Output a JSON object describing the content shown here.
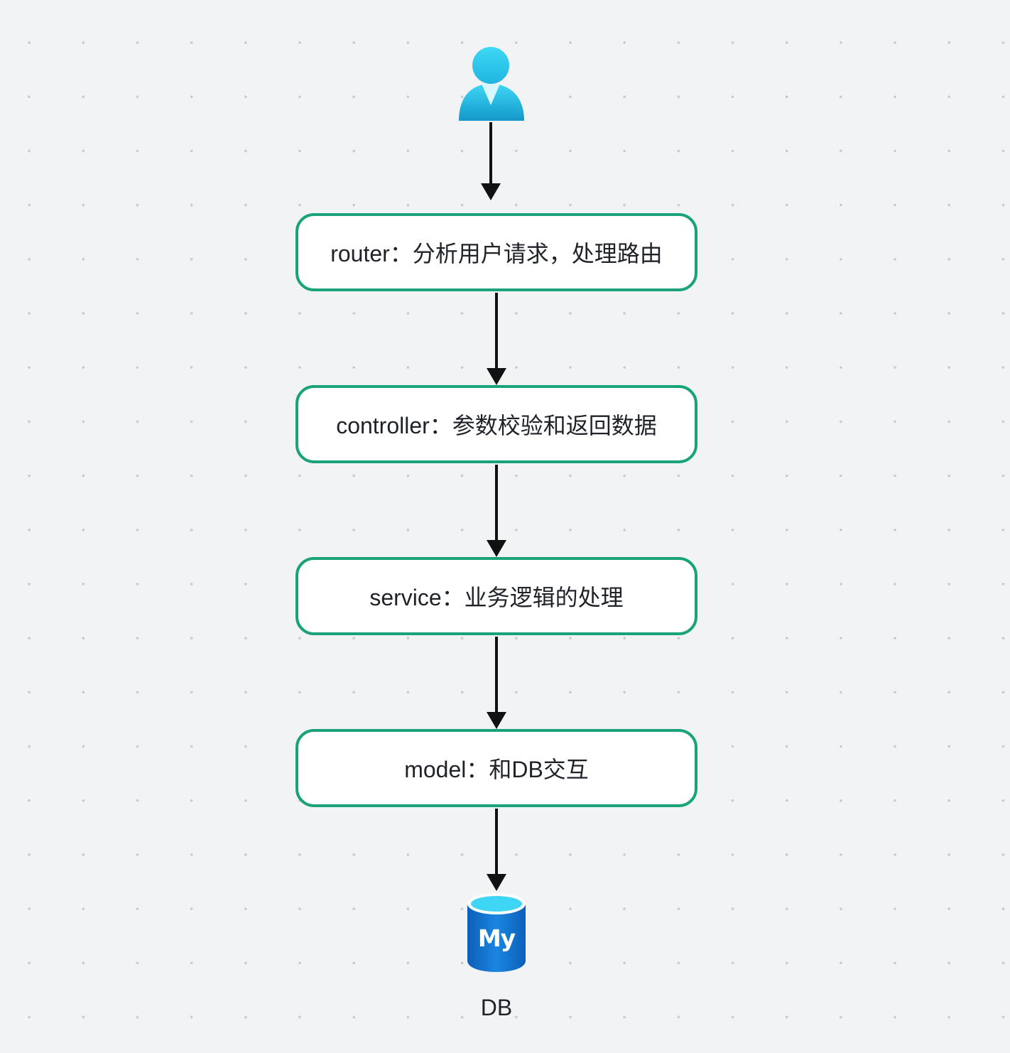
{
  "diagram": {
    "start": {
      "icon": "user-icon"
    },
    "nodes": [
      {
        "id": "router",
        "label": "router：分析用户请求，处理路由"
      },
      {
        "id": "controller",
        "label": "controller：参数校验和返回数据"
      },
      {
        "id": "service",
        "label": "service：业务逻辑的处理"
      },
      {
        "id": "model",
        "label": "model：和DB交互"
      }
    ],
    "end": {
      "icon": "mysql-database-icon",
      "icon_text": "My",
      "label": "DB"
    },
    "edges": [
      {
        "from": "user",
        "to": "router"
      },
      {
        "from": "router",
        "to": "controller"
      },
      {
        "from": "controller",
        "to": "service"
      },
      {
        "from": "service",
        "to": "model"
      },
      {
        "from": "model",
        "to": "DB"
      }
    ],
    "colors": {
      "node_border": "#1aa37a",
      "node_fill": "#ffffff",
      "arrow": "#111111",
      "canvas": "#f2f3f5",
      "user_icon": "#27c3e8",
      "db_icon": "#1676d2"
    }
  }
}
